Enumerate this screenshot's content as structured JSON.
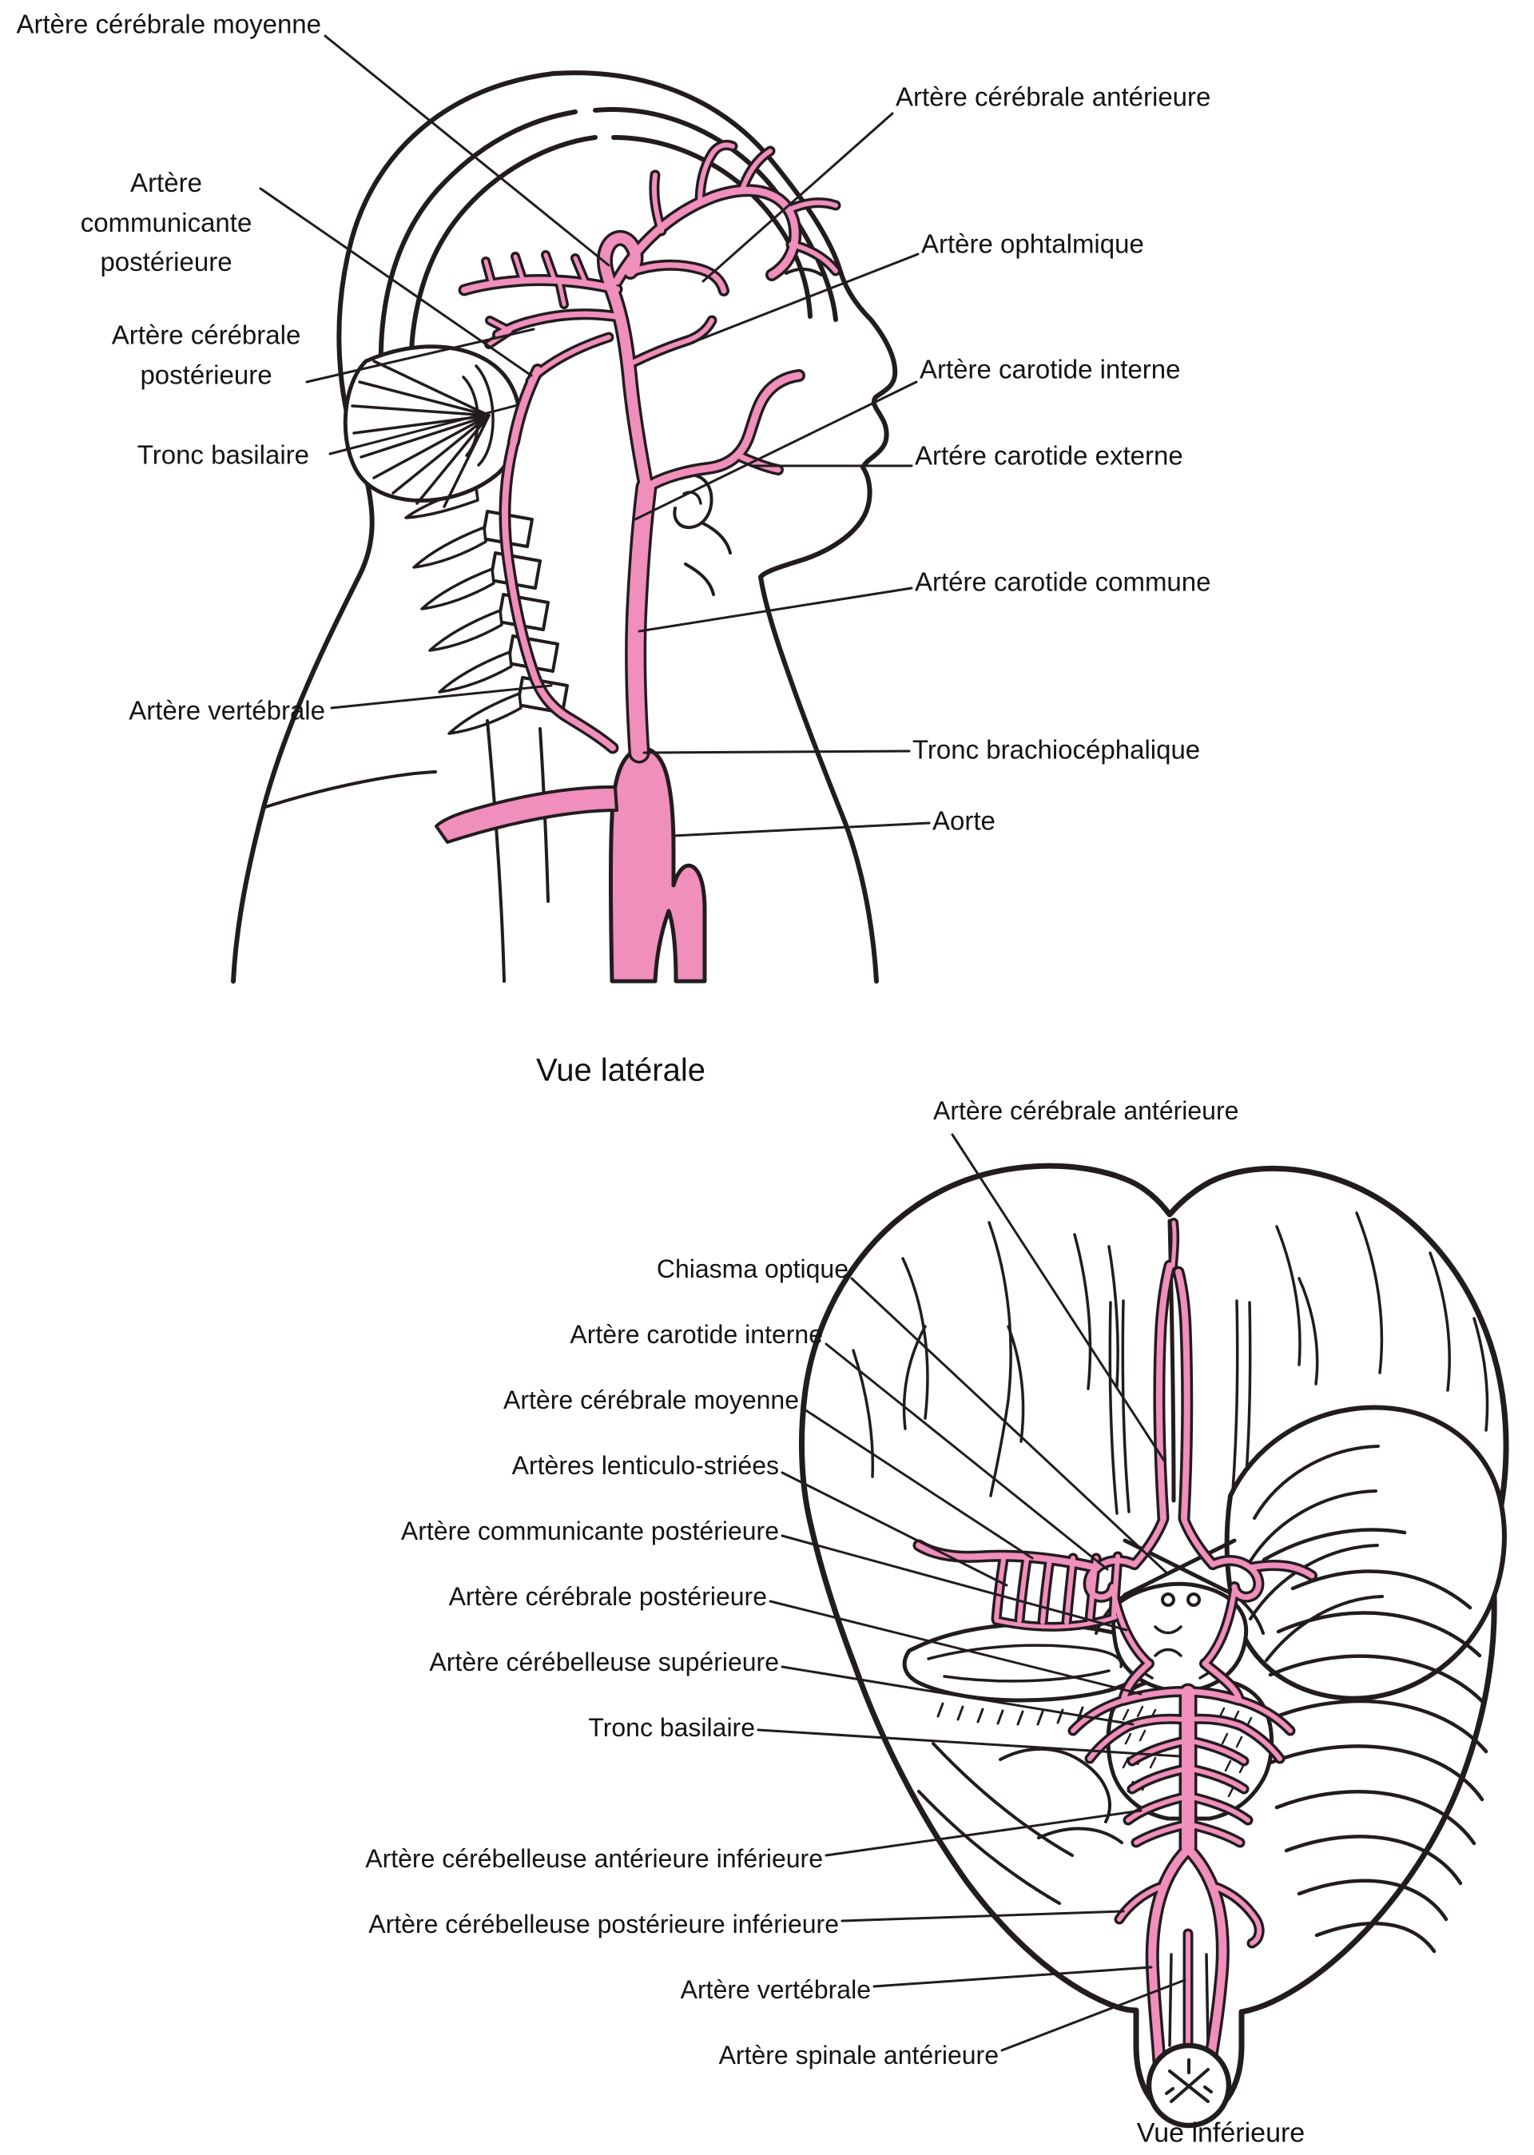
{
  "colors": {
    "artery_pink": "#f08ebc",
    "outline_black": "#221c1e",
    "leader_color": "#221c1e",
    "label_color": "#161313",
    "background": "#ffffff"
  },
  "panels": {
    "lateral": {
      "caption": "Vue latérale",
      "labels": [
        {
          "id": "acm",
          "text": "Artère cérébrale moyenne"
        },
        {
          "id": "acomp",
          "text": "Artère\ncommunicante\npostérieure"
        },
        {
          "id": "acpost",
          "text": "Artère cérébrale\npostérieure"
        },
        {
          "id": "tbas",
          "text": "Tronc basilaire"
        },
        {
          "id": "avert",
          "text": "Artère vertébrale"
        },
        {
          "id": "acant",
          "text": "Artère cérébrale antérieure"
        },
        {
          "id": "aopht",
          "text": "Artère ophtalmique"
        },
        {
          "id": "acint",
          "text": "Artère carotide interne"
        },
        {
          "id": "acext",
          "text": "Artére carotide externe"
        },
        {
          "id": "accom",
          "text": "Artére carotide commune"
        },
        {
          "id": "tbrach",
          "text": "Tronc brachiocéphalique"
        },
        {
          "id": "aorte",
          "text": "Aorte"
        }
      ]
    },
    "inferior": {
      "caption": "Vue inférieure",
      "labels": [
        {
          "id": "bacant",
          "text": "Artère cérébrale antérieure"
        },
        {
          "id": "chiasma",
          "text": "Chiasma optique"
        },
        {
          "id": "bacint",
          "text": "Artère carotide interne"
        },
        {
          "id": "bacmoy",
          "text": "Artère cérébrale moyenne"
        },
        {
          "id": "alent",
          "text": "Artères lenticulo-striées"
        },
        {
          "id": "bacomp",
          "text": "Artère communicante postérieure"
        },
        {
          "id": "bacpost",
          "text": "Artère cérébrale postérieure"
        },
        {
          "id": "acsup",
          "text": "Artère cérébelleuse supérieure"
        },
        {
          "id": "btbas",
          "text": "Tronc basilaire"
        },
        {
          "id": "acai",
          "text": "Artère cérébelleuse antérieure inférieure"
        },
        {
          "id": "acpi",
          "text": "Artère cérébelleuse postérieure inférieure"
        },
        {
          "id": "bavert",
          "text": "Artère vertébrale"
        },
        {
          "id": "baspin",
          "text": "Artère spinale antérieure"
        }
      ]
    }
  }
}
